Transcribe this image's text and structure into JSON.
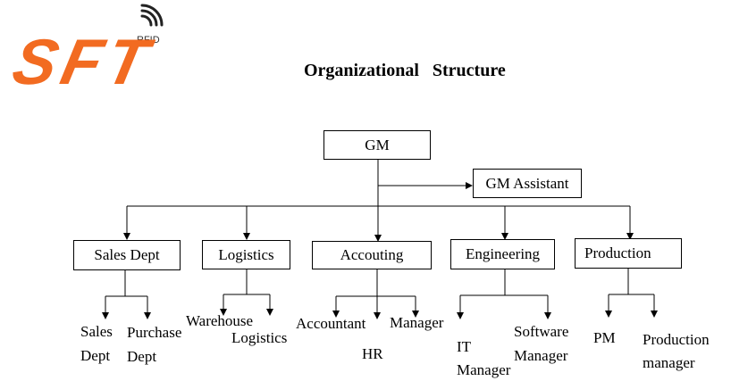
{
  "logo": {
    "text": "SFT",
    "tag": "RFID",
    "color": "#f26b21",
    "icon": "wireless-signal-icon"
  },
  "title": "Organizational   Structure",
  "nodes": {
    "gm": "GM",
    "gm_assistant": "GM Assistant",
    "sales": "Sales Dept",
    "logistics": "Logistics",
    "accounting": "Accouting",
    "engineering": "Engineering",
    "production": "Production"
  },
  "leaves": {
    "sales_sub1_line1": "Sales",
    "sales_sub1_line2": "Dept",
    "sales_sub2_line1": "Purchase",
    "sales_sub2_line2": "Dept",
    "logistics_sub1": "Warehouse",
    "logistics_sub2": "Logistics",
    "accounting_sub1": "Accountant",
    "accounting_sub2": "HR",
    "accounting_sub3": "Manager",
    "engineering_sub1_line1": "IT",
    "engineering_sub1_line2": "Manager",
    "engineering_sub2_line1": "Software",
    "engineering_sub2_line2": "Manager",
    "production_sub1": "PM",
    "production_sub2_line1": "Production",
    "production_sub2_line2": "manager"
  }
}
